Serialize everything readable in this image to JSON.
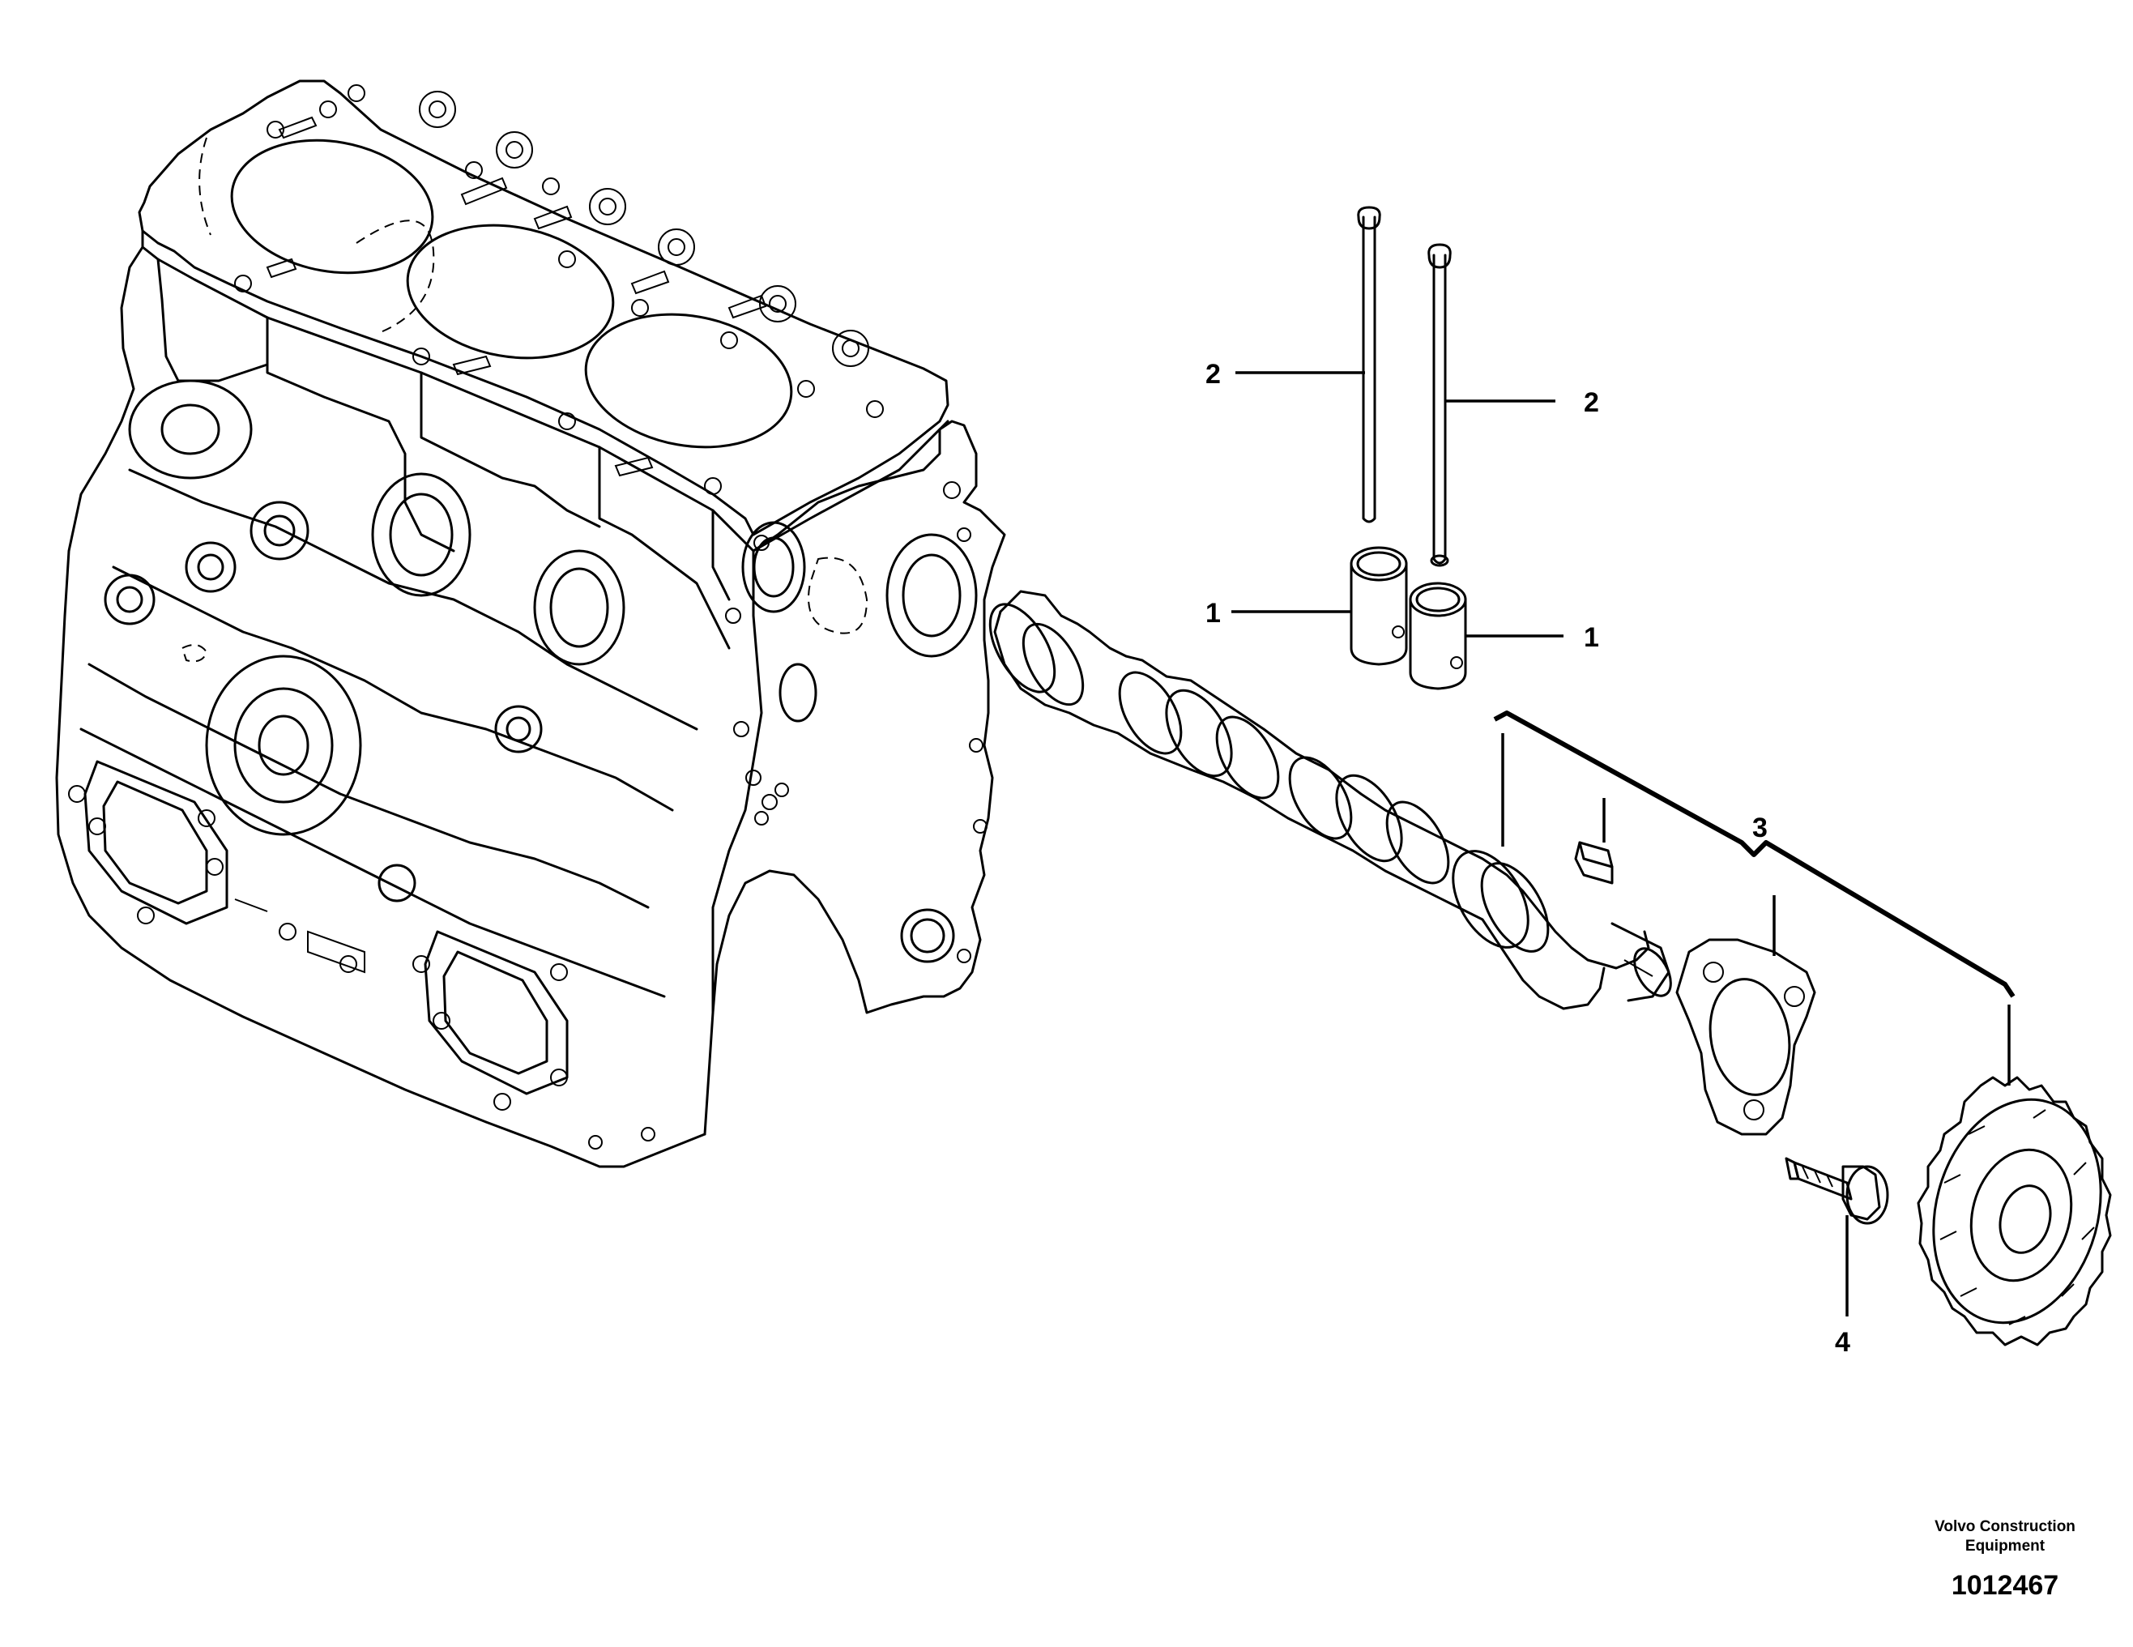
{
  "diagram": {
    "callouts": [
      {
        "label": "1"
      },
      {
        "label": "1"
      },
      {
        "label": "2"
      },
      {
        "label": "2"
      },
      {
        "label": "3"
      },
      {
        "label": "4"
      }
    ]
  },
  "footer": {
    "brand_line1": "Volvo Construction",
    "brand_line2": "Equipment",
    "document_number": "1012467"
  }
}
